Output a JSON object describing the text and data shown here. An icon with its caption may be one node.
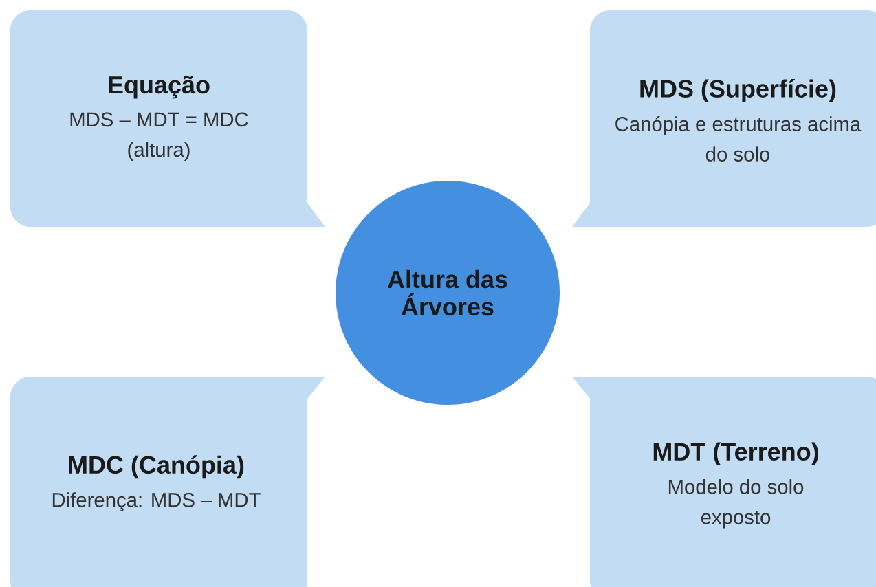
{
  "diagram": {
    "nodes": [
      {
        "text": [
          "Equação",
          "MDS – MDT = MDC (altura)"
        ]
      },
      {
        "text": [
          "MDS (Superfície)",
          "Canópia e estruturas acima do solo"
        ]
      },
      {
        "text": [
          "Altura das Árvores"
        ]
      },
      {
        "text": [
          "MDC (Canópia)",
          "Diferença: MDS – MDT"
        ]
      },
      {
        "text": [
          "MDT (Terreno)",
          "Modelo do solo exposto"
        ]
      }
    ]
  }
}
